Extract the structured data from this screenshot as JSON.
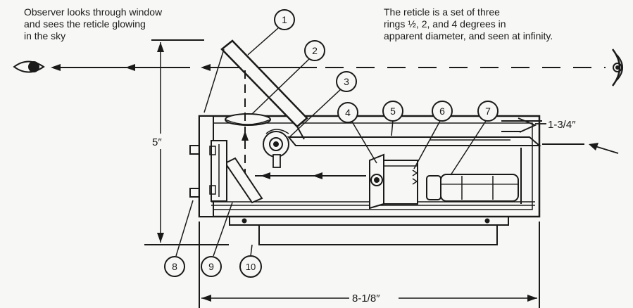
{
  "notes": {
    "observer_lines": [
      "Observer looks through window",
      "and sees the reticle glowing",
      "in the sky"
    ],
    "reticle_lines": [
      "The reticle is a set of three",
      "rings ½, 2, and 4 degrees in",
      "apparent diameter, and seen at infinity."
    ]
  },
  "dimensions": {
    "height": "5″",
    "window_width": "1-3/4″",
    "length": "8-1/8″"
  },
  "callouts": [
    "1",
    "2",
    "3",
    "4",
    "5",
    "6",
    "7",
    "8",
    "9",
    "10"
  ],
  "colors": {
    "ink": "#1a1a1a",
    "paper": "#f7f7f5"
  }
}
